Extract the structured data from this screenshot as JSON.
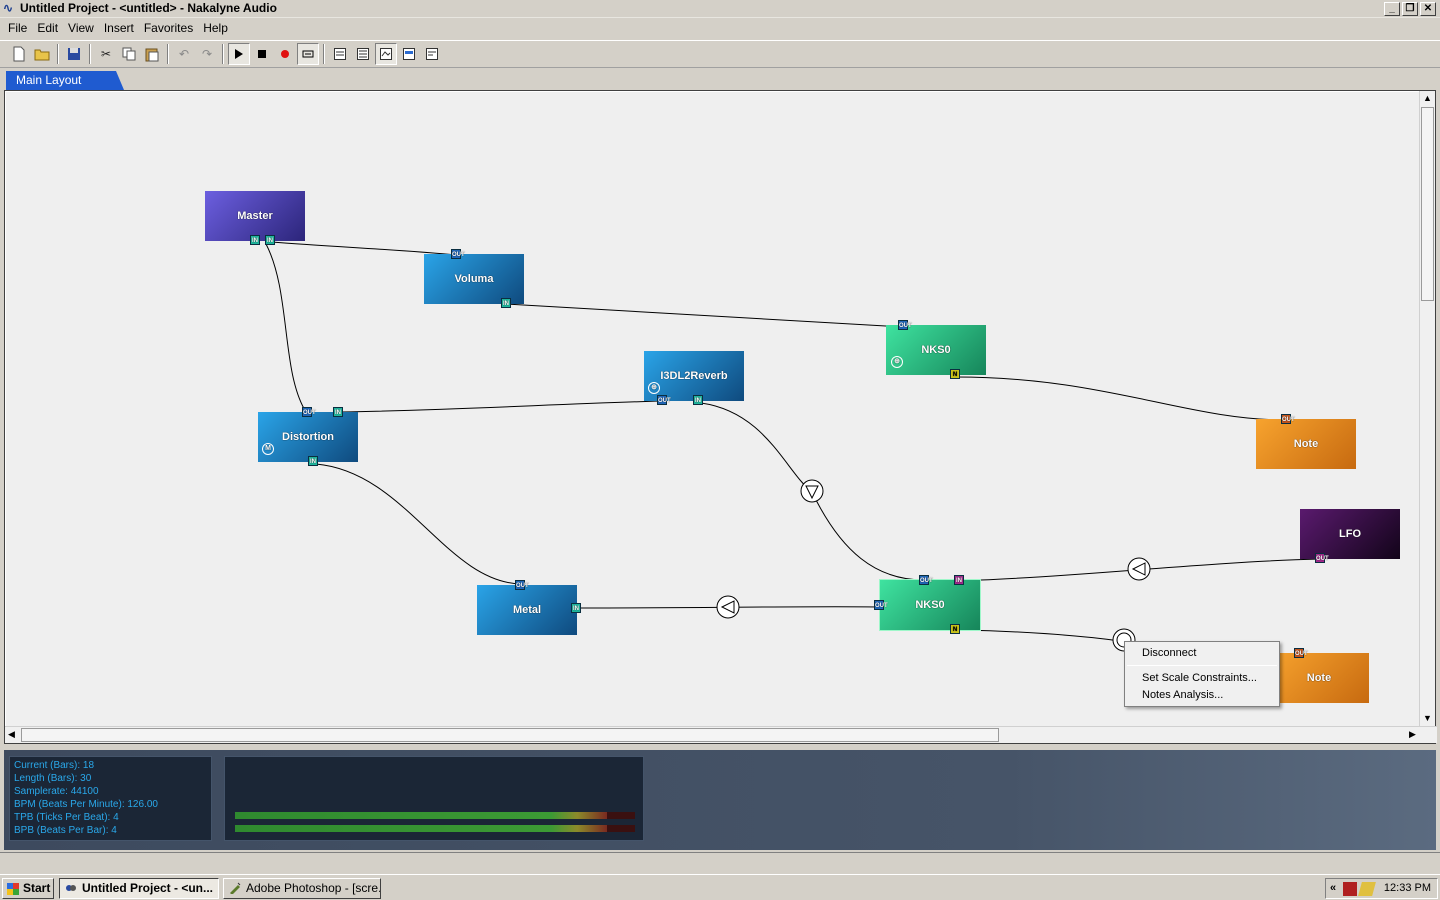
{
  "window": {
    "title": "Untitled Project - <untitled> - Nakalyne Audio",
    "buttons": [
      "minimize",
      "restore",
      "close"
    ]
  },
  "menu": [
    "File",
    "Edit",
    "View",
    "Insert",
    "Favorites",
    "Help"
  ],
  "toolbar": {
    "icons": [
      "new-file-icon",
      "open-folder-icon",
      "save-icon",
      "cut-icon",
      "copy-icon",
      "paste-icon",
      "undo-icon",
      "redo-icon",
      "play-icon",
      "stop-icon",
      "record-icon",
      "loop-icon",
      "view1-icon",
      "view2-icon",
      "view3-icon",
      "view4-icon",
      "view5-icon"
    ]
  },
  "tabs": [
    {
      "label": "Main Layout",
      "active": true
    }
  ],
  "nodes": {
    "master": "Master",
    "voluma": "Voluma",
    "nks0_top": "NKS0",
    "reverb": "I3DL2Reverb",
    "distortion": "Distortion",
    "note_top": "Note",
    "lfo": "LFO",
    "metal": "Metal",
    "nks0_bottom": "NKS0",
    "note_bottom": "Note"
  },
  "ports": {
    "in": "IN",
    "out": "OUT"
  },
  "context_menu": {
    "items": [
      "Disconnect",
      "Set Scale Constraints...",
      "Notes Analysis..."
    ]
  },
  "info": {
    "current": "Current (Bars): 18",
    "length": "Length (Bars): 30",
    "samplerate": "Samplerate: 44100",
    "bpm": "BPM (Beats Per Minute): 126.00",
    "tpb": "TPB (Ticks Per Beat): 4",
    "bpb": "BPB (Beats Per Bar): 4"
  },
  "meters": {
    "left_level": 0.93,
    "right_level": 0.93
  },
  "colors": {
    "tab": "#1f5bd0",
    "info_text": "#2aa8ea",
    "panel": "#3d4a5e"
  },
  "taskbar": {
    "start": "Start",
    "items": [
      "Untitled Project - <un...",
      "Adobe Photoshop - [scre..."
    ],
    "tray_chevron": "«",
    "clock": "12:33 PM"
  }
}
